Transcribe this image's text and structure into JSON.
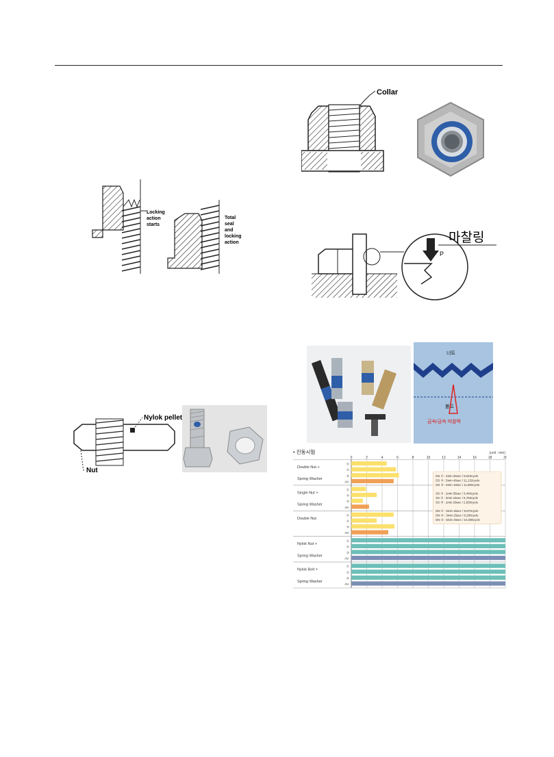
{
  "figures": {
    "locking_diagram": {
      "label_a": "Locking\naction\nstarts",
      "label_b": "Total\nseal\nand\nlocking\naction"
    },
    "collar_diagram": {
      "label": "Collar"
    },
    "friction_diagram": {
      "label": "마찰링",
      "pitch_label": "P"
    },
    "nylok_pellet_diagram": {
      "pellet_label": "Nylok pellet",
      "nut_label": "Nut"
    },
    "bolt_section": {
      "nut_label": "너트",
      "bolt_label": "볼트",
      "contact_label": "금속/금속 마찰력"
    }
  },
  "chart_data": {
    "type": "bar",
    "title": "• 진동시험",
    "unit": "(unit : min)",
    "x_ticks": [
      0,
      2,
      4,
      6,
      8,
      10,
      12,
      14,
      16,
      18,
      20
    ],
    "xlim": [
      0,
      20
    ],
    "colors": {
      "trial": "#fbe06c",
      "average": "#f0a056",
      "nylok_trial": "#6dbfb8",
      "nylok_average": "#7b8fb5"
    },
    "groups": [
      {
        "name": [
          "Double Nut +",
          "Spring Washer"
        ],
        "rows": [
          {
            "label": "①",
            "value": 4.6,
            "kind": "trial"
          },
          {
            "label": "②",
            "value": 5.8,
            "kind": "trial"
          },
          {
            "label": "③",
            "value": 6.2,
            "kind": "trial"
          },
          {
            "label": "AV.",
            "value": 5.5,
            "kind": "average"
          }
        ]
      },
      {
        "name": [
          "Single Nut +",
          "Spring Washer"
        ],
        "rows": [
          {
            "label": "①",
            "value": 1.9,
            "kind": "trial"
          },
          {
            "label": "②",
            "value": 3.3,
            "kind": "trial"
          },
          {
            "label": "③",
            "value": 1.5,
            "kind": "trial"
          },
          {
            "label": "AV.",
            "value": 2.3,
            "kind": "average"
          }
        ]
      },
      {
        "name": [
          "Double Nut",
          ""
        ],
        "rows": [
          {
            "label": "①",
            "value": 5.5,
            "kind": "trial"
          },
          {
            "label": "②",
            "value": 3.3,
            "kind": "trial"
          },
          {
            "label": "③",
            "value": 5.6,
            "kind": "trial"
          },
          {
            "label": "AV.",
            "value": 4.8,
            "kind": "average"
          }
        ]
      },
      {
        "name": [
          "Nylok Nut +",
          "Spring Washer"
        ],
        "rows": [
          {
            "label": "①",
            "value": 20,
            "kind": "nylok_trial"
          },
          {
            "label": "②",
            "value": 20,
            "kind": "nylok_trial"
          },
          {
            "label": "③",
            "value": 20,
            "kind": "nylok_trial"
          },
          {
            "label": "AV.",
            "value": 20,
            "kind": "nylok_average"
          }
        ]
      },
      {
        "name": [
          "Nylok Bolt +",
          "Spring Washer"
        ],
        "rows": [
          {
            "label": "①",
            "value": 20,
            "kind": "nylok_trial"
          },
          {
            "label": "②",
            "value": 20,
            "kind": "nylok_trial"
          },
          {
            "label": "③",
            "value": 20,
            "kind": "nylok_trial"
          },
          {
            "label": "AV.",
            "value": 20,
            "kind": "nylok_average"
          }
        ]
      }
    ],
    "annotations": [
      "DS ① : 4min 36sec / 8,910cycle",
      "DS ② : 5min 46sec / 11,132cycle",
      "DS ③ : 6min 18sec / 11,850cycle",
      "",
      "SS ① : 1min 56sec / 3,440cycle",
      "SS ② : 3min 15sec / 5,760cycle",
      "SS ③ : 1min 29sec / 2,630cycle",
      "",
      "DN ① : 5min 36sec / 9,970cycle",
      "DN ② : 3min 25sec / 6,280cycle",
      "DN ③ : 5min 46sec / 10,280cycle"
    ]
  }
}
